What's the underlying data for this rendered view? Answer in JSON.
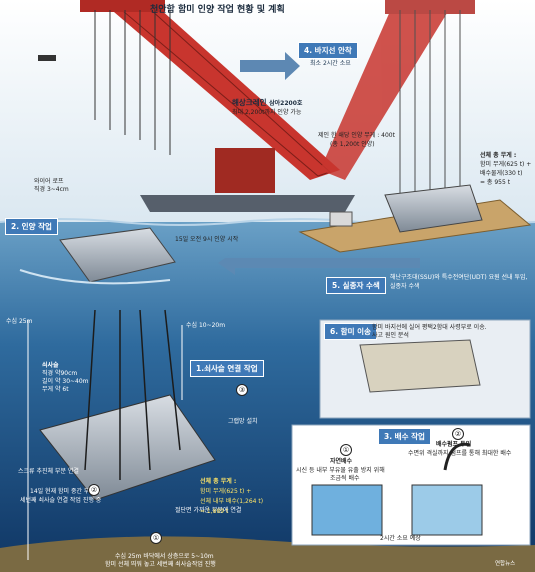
{
  "title": "천안함 함미 인양 작업 현황 및 계획",
  "steps": {
    "s1": {
      "label": "1.쇠사슬 연결 작업"
    },
    "s2": {
      "label": "2. 인양 작업",
      "note": "15일 오전 9시 인양 시작"
    },
    "s3": {
      "label": "3. 배수 작업"
    },
    "s4": {
      "label": "4. 바지선 안착",
      "note": "최소 2시간 소요"
    },
    "s5": {
      "label": "5. 실종자 수색",
      "note_l1": "해난구조대(SSU)와 특수전여단(UDT) 요원 선내 투입,",
      "note_l2": "실종자 수색"
    },
    "s6": {
      "label": "6. 함미 이송",
      "note_l1": "함미 바지선에 실어 평택2함대 사령부로 이송.",
      "note_l2": "사고 원인 분석"
    }
  },
  "crane": {
    "name": "해상크레인",
    "name_spec": "삼아2200호",
    "capacity": "최대 2,200t까지 인양 가능"
  },
  "wire_rope": {
    "l1": "와이어 로프",
    "l2": "직경 3~4cm"
  },
  "lift_weight": {
    "l1": "제인 한 쇄당 인양 무게 : 400t",
    "l2": "(총 1,200t 인양)"
  },
  "hull_total": {
    "l1": "선체 총 무게 :",
    "l2": "함미 무게(625 t) +",
    "l3": "배수물게(330 t)",
    "l4": "= 총 955 t"
  },
  "depth": {
    "left": "수심 25m",
    "right": "수심 10~20m"
  },
  "chain": {
    "l1": "쇠사슬",
    "l2": "직경 약90cm",
    "l3": "길이 약 30~40m",
    "l4": "무게 약 6t"
  },
  "labels": {
    "guide_rope": "그랩망 설치",
    "screw": "스크류 추진체 부분 연결",
    "cut_side": "절단면 가까운 부분에 연결"
  },
  "note_14": {
    "l1": "14일 현재 함미 중간 부분에",
    "l2": "세번째 쇠사슬 연결 작업 진행 중"
  },
  "hull_weight": {
    "l1": "선체 총 무게 :",
    "l2": "함미 무게(625 t) +",
    "l3": "선체 내부 배수(1,264 t)",
    "l4": "= 1,889 t"
  },
  "seabed_note": {
    "l1": "수심 25m 바닥에서 상층으로 5~10m",
    "l2": "함미 선체 띄워 놓고 세번째 쇠사슬작업 진행"
  },
  "drain": {
    "natural": {
      "num": "①",
      "title": "자연배수",
      "l1": "시신 등 내부 부유물 유출 방지 위해",
      "l2": "조금씩 배수"
    },
    "pump": {
      "num": "②",
      "title": "배수펌프 투입",
      "l1": "수면위 격실까지 펌프를 통해 최대한 배수"
    },
    "time": "2시간 소요 예상"
  },
  "circle_nums": {
    "n1": "①",
    "n2": "②",
    "n3": "③"
  },
  "credit": "연합뉴스",
  "colors": {
    "sky": "#eef4f8",
    "sea_surface": "#5d94bd",
    "deep": "#184a7a",
    "crane_red": "#c8352e",
    "badge": "#3f79b7",
    "highlight": "#ffe566"
  }
}
